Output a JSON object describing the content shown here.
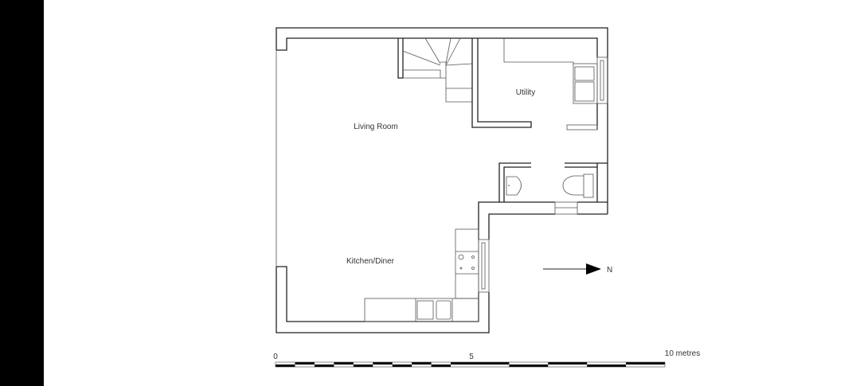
{
  "rooms": {
    "living_room": "Living Room",
    "utility": "Utility",
    "kitchen_diner": "Kitchen/Diner"
  },
  "north_arrow": {
    "label": "N"
  },
  "scale_bar": {
    "labels": {
      "start": "0",
      "mid": "5",
      "end": "10 metres"
    },
    "total_metres": 10,
    "fine_divisions_first_half": 10,
    "coarse_divisions_second_half": 5
  },
  "colors": {
    "line": "#222222",
    "background": "#ffffff",
    "band": "#000000"
  }
}
